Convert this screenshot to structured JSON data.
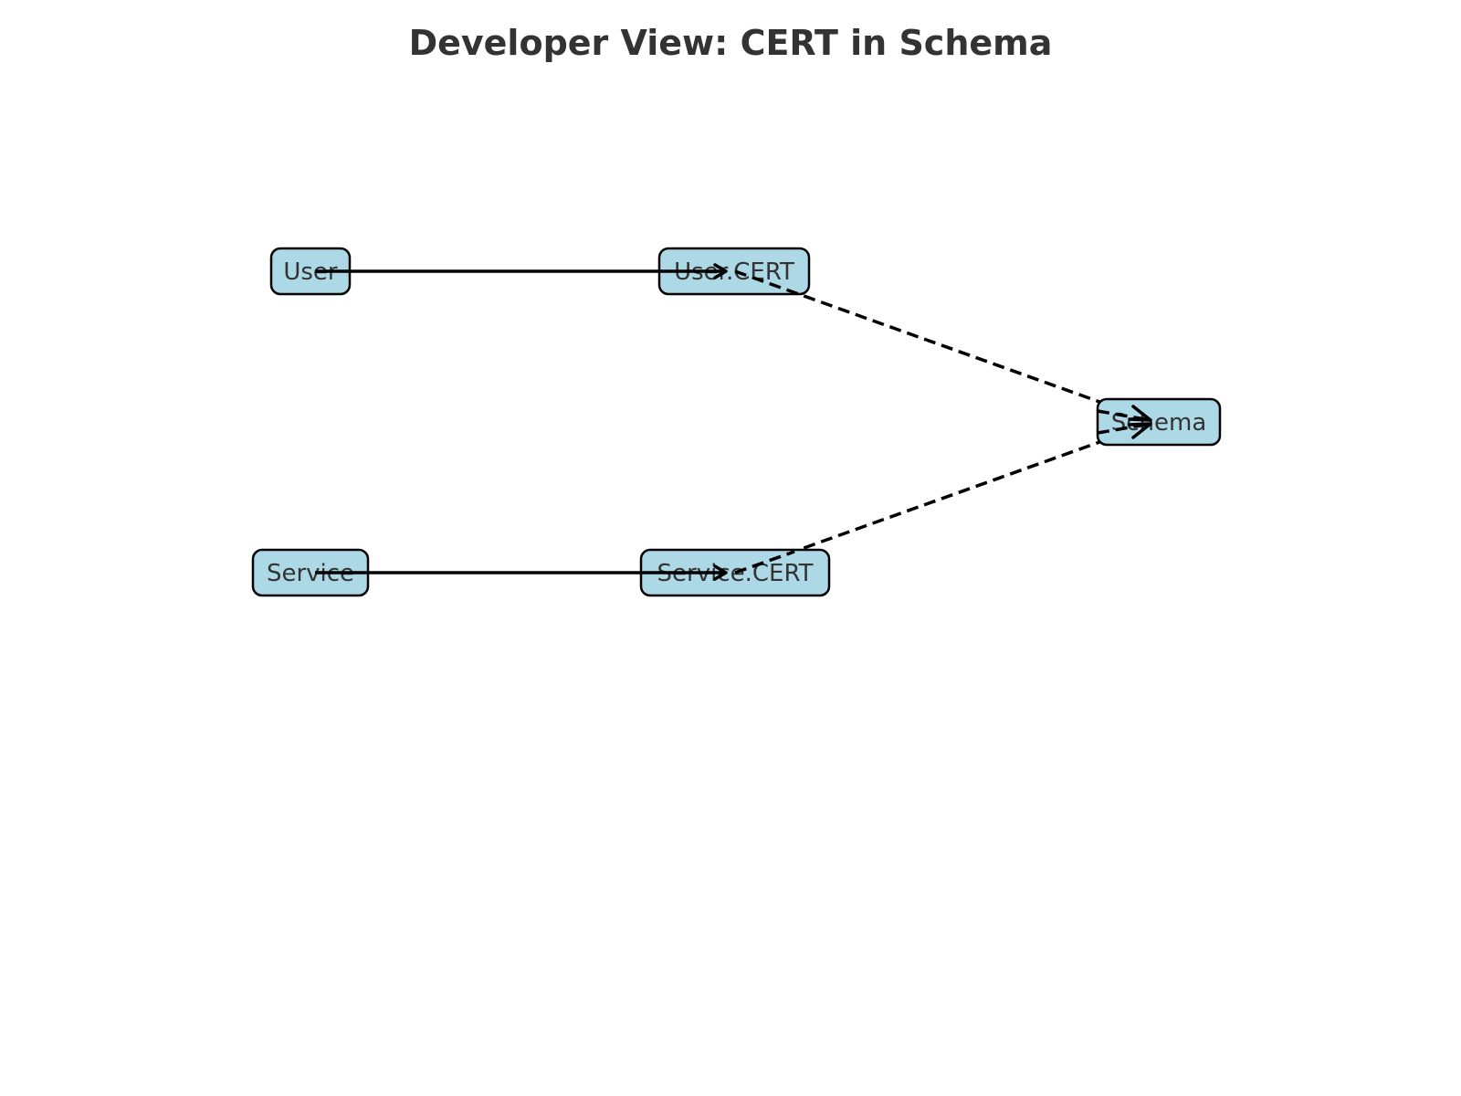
{
  "title": "Developer View: CERT in Schema",
  "colors": {
    "node_fill": "#add8e6",
    "node_border": "#000000",
    "text": "#333333",
    "edge": "#000000"
  },
  "nodes": [
    {
      "id": "user",
      "label": "User"
    },
    {
      "id": "user_cert",
      "label": "User.CERT"
    },
    {
      "id": "schema",
      "label": "Schema"
    },
    {
      "id": "service",
      "label": "Service"
    },
    {
      "id": "service_cert",
      "label": "Service.CERT"
    }
  ],
  "edges": [
    {
      "from": "user",
      "to": "user_cert",
      "style": "solid"
    },
    {
      "from": "service",
      "to": "service_cert",
      "style": "solid"
    },
    {
      "from": "user_cert",
      "to": "schema",
      "style": "dashed"
    },
    {
      "from": "service_cert",
      "to": "schema",
      "style": "dashed"
    }
  ]
}
